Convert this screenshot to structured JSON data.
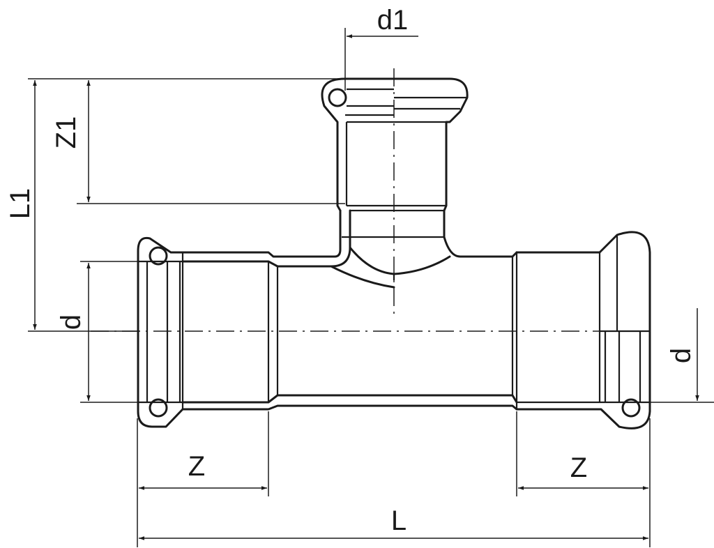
{
  "drawing": {
    "title": "Press tee fitting, reduced branch",
    "labels": {
      "branch_diameter": "d1",
      "branch_insertion": "Z1",
      "branch_height": "L1",
      "main_diameter_left": "d",
      "main_diameter_right": "d",
      "insertion_left": "Z",
      "insertion_right": "Z",
      "overall_length": "L"
    },
    "line_color": "#1a1a1a"
  }
}
